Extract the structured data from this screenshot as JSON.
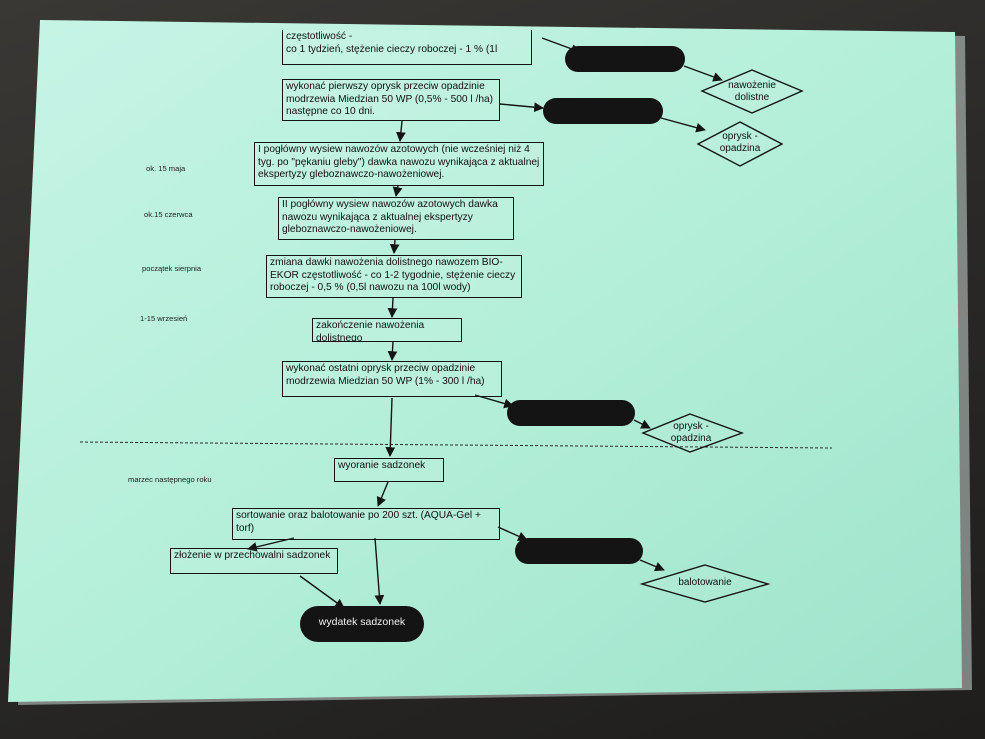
{
  "diagram": {
    "boxes": {
      "freq_top": "częstotliwość -\nco 1 tydzień, stężenie cieczy roboczej - 1 % (1l",
      "spray1": "wykonać pierwszy oprysk przeciw opadzinie modrzewia Miedzian 50 WP (0,5% - 500 l /ha) następne co 10 dni.",
      "fert1": "I pogłówny wysiew nawozów azotowych (nie wcześniej niż 4 tyg. po \"pękaniu gleby\") dawka nawozu wynikająca z aktualnej ekspertyzy gleboznawczo-nawożeniowej.",
      "fert2": "II pogłówny wysiew nawozów azotowych dawka nawozu wynikająca z aktualnej ekspertyzy gleboznawczo-nawożeniowej.",
      "dose_change": "zmiana dawki nawożenia dolistnego nawozem BIO-EKOR  częstotliwość - co 1-2 tygodnie, stężenie cieczy roboczej - 0,5 % (0,5l nawozu na 100l wody)",
      "end_fert": "zakończenie nawożenia dolistnego",
      "spray_last": "wykonać ostatni oprysk przeciw opadzinie modrzewia Miedzian 50 WP (1% - 300 l /ha)",
      "plough": "wyoranie sadzonek",
      "sort": "sortowanie oraz balotowanie po 200 szt. (AQUA-Gel + torf)",
      "store": "złożenie w przechowalni sadzonek"
    },
    "ovals": {
      "release": "wydatek sadzonek"
    },
    "diamonds": {
      "foliar": "nawożenie dolistne",
      "spray_a": "oprysk - opadzina",
      "spray_b": "oprysk - opadzina",
      "baling": "balotowanie"
    },
    "side_labels": {
      "may": "ok. 15 maja",
      "june": "ok.15 czerwca",
      "august": "początek sierpnia",
      "september": "1-15 wrzesień",
      "march": "marzec następnego roku"
    },
    "colors": {
      "paper": "#b8f0dc",
      "ink": "#141414",
      "oval_fill": "#141414"
    }
  }
}
